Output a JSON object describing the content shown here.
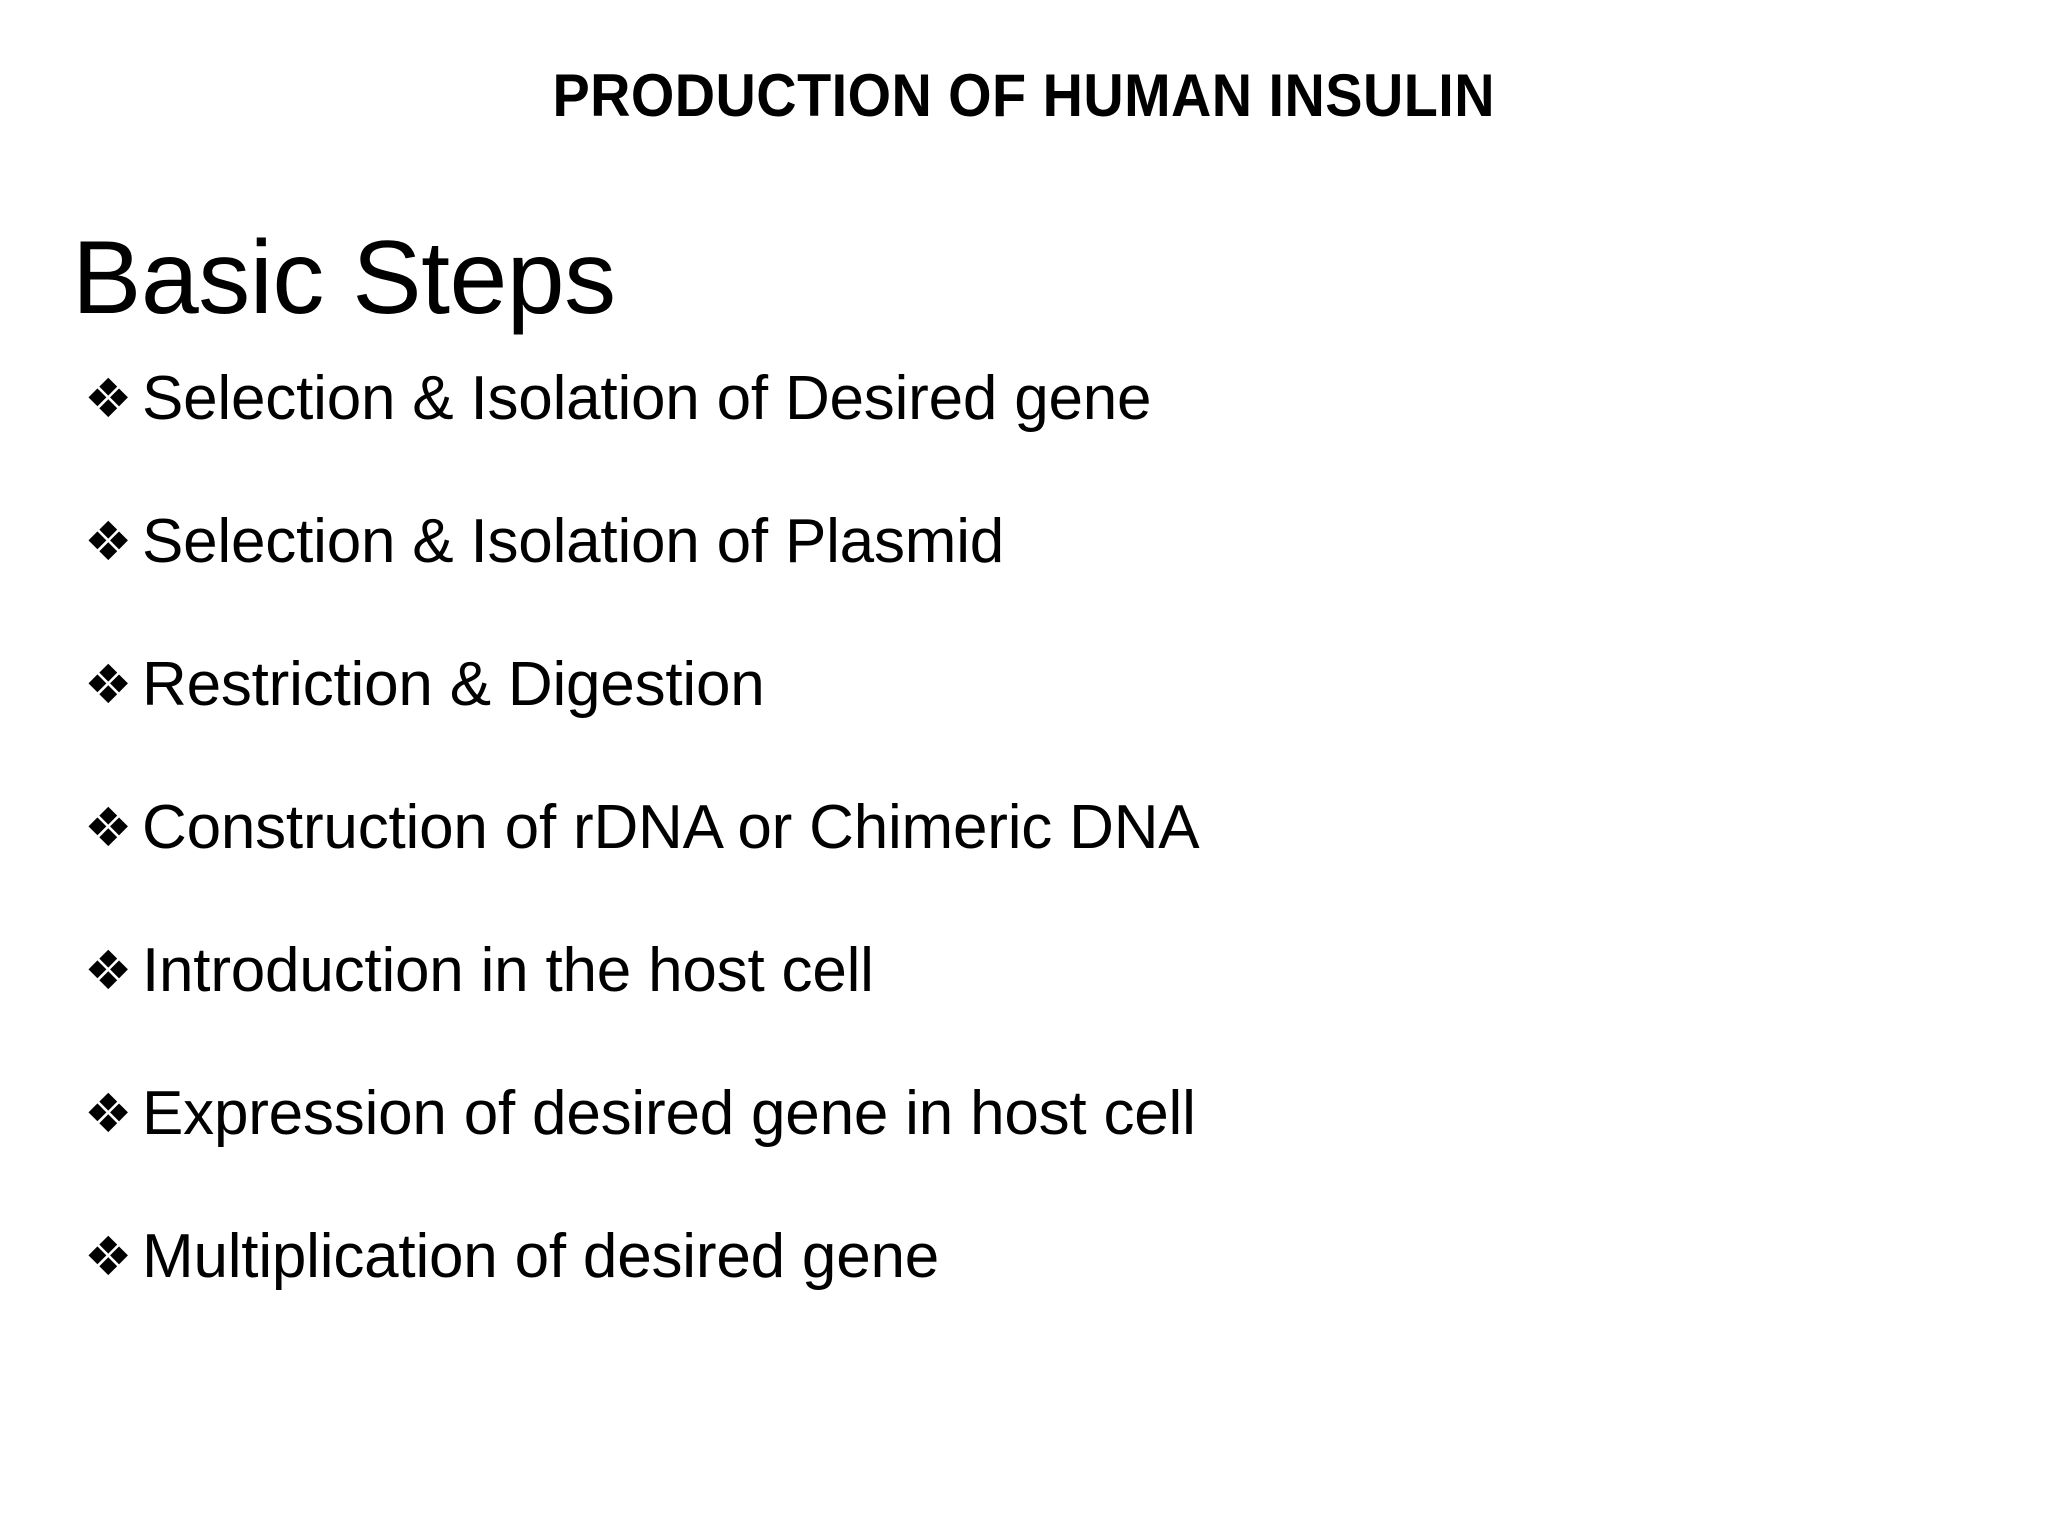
{
  "slide": {
    "background_color": "#ffffff",
    "text_color": "#000000",
    "title": "PRODUCTION OF HUMAN INSULIN",
    "heading": "Basic Steps",
    "bullet_marker": "❖",
    "bullet_marker_name": "diamond-cluster-bullet-icon",
    "bullets": [
      {
        "label": "Selection & Isolation of Desired gene"
      },
      {
        "label": "Selection & Isolation of Plasmid"
      },
      {
        "label": "Restriction & Digestion"
      },
      {
        "label": "Construction of rDNA or Chimeric DNA"
      },
      {
        "label": "Introduction in the host cell"
      },
      {
        "label": "Expression of desired gene in host cell"
      },
      {
        "label": "Multiplication of desired gene"
      }
    ]
  }
}
